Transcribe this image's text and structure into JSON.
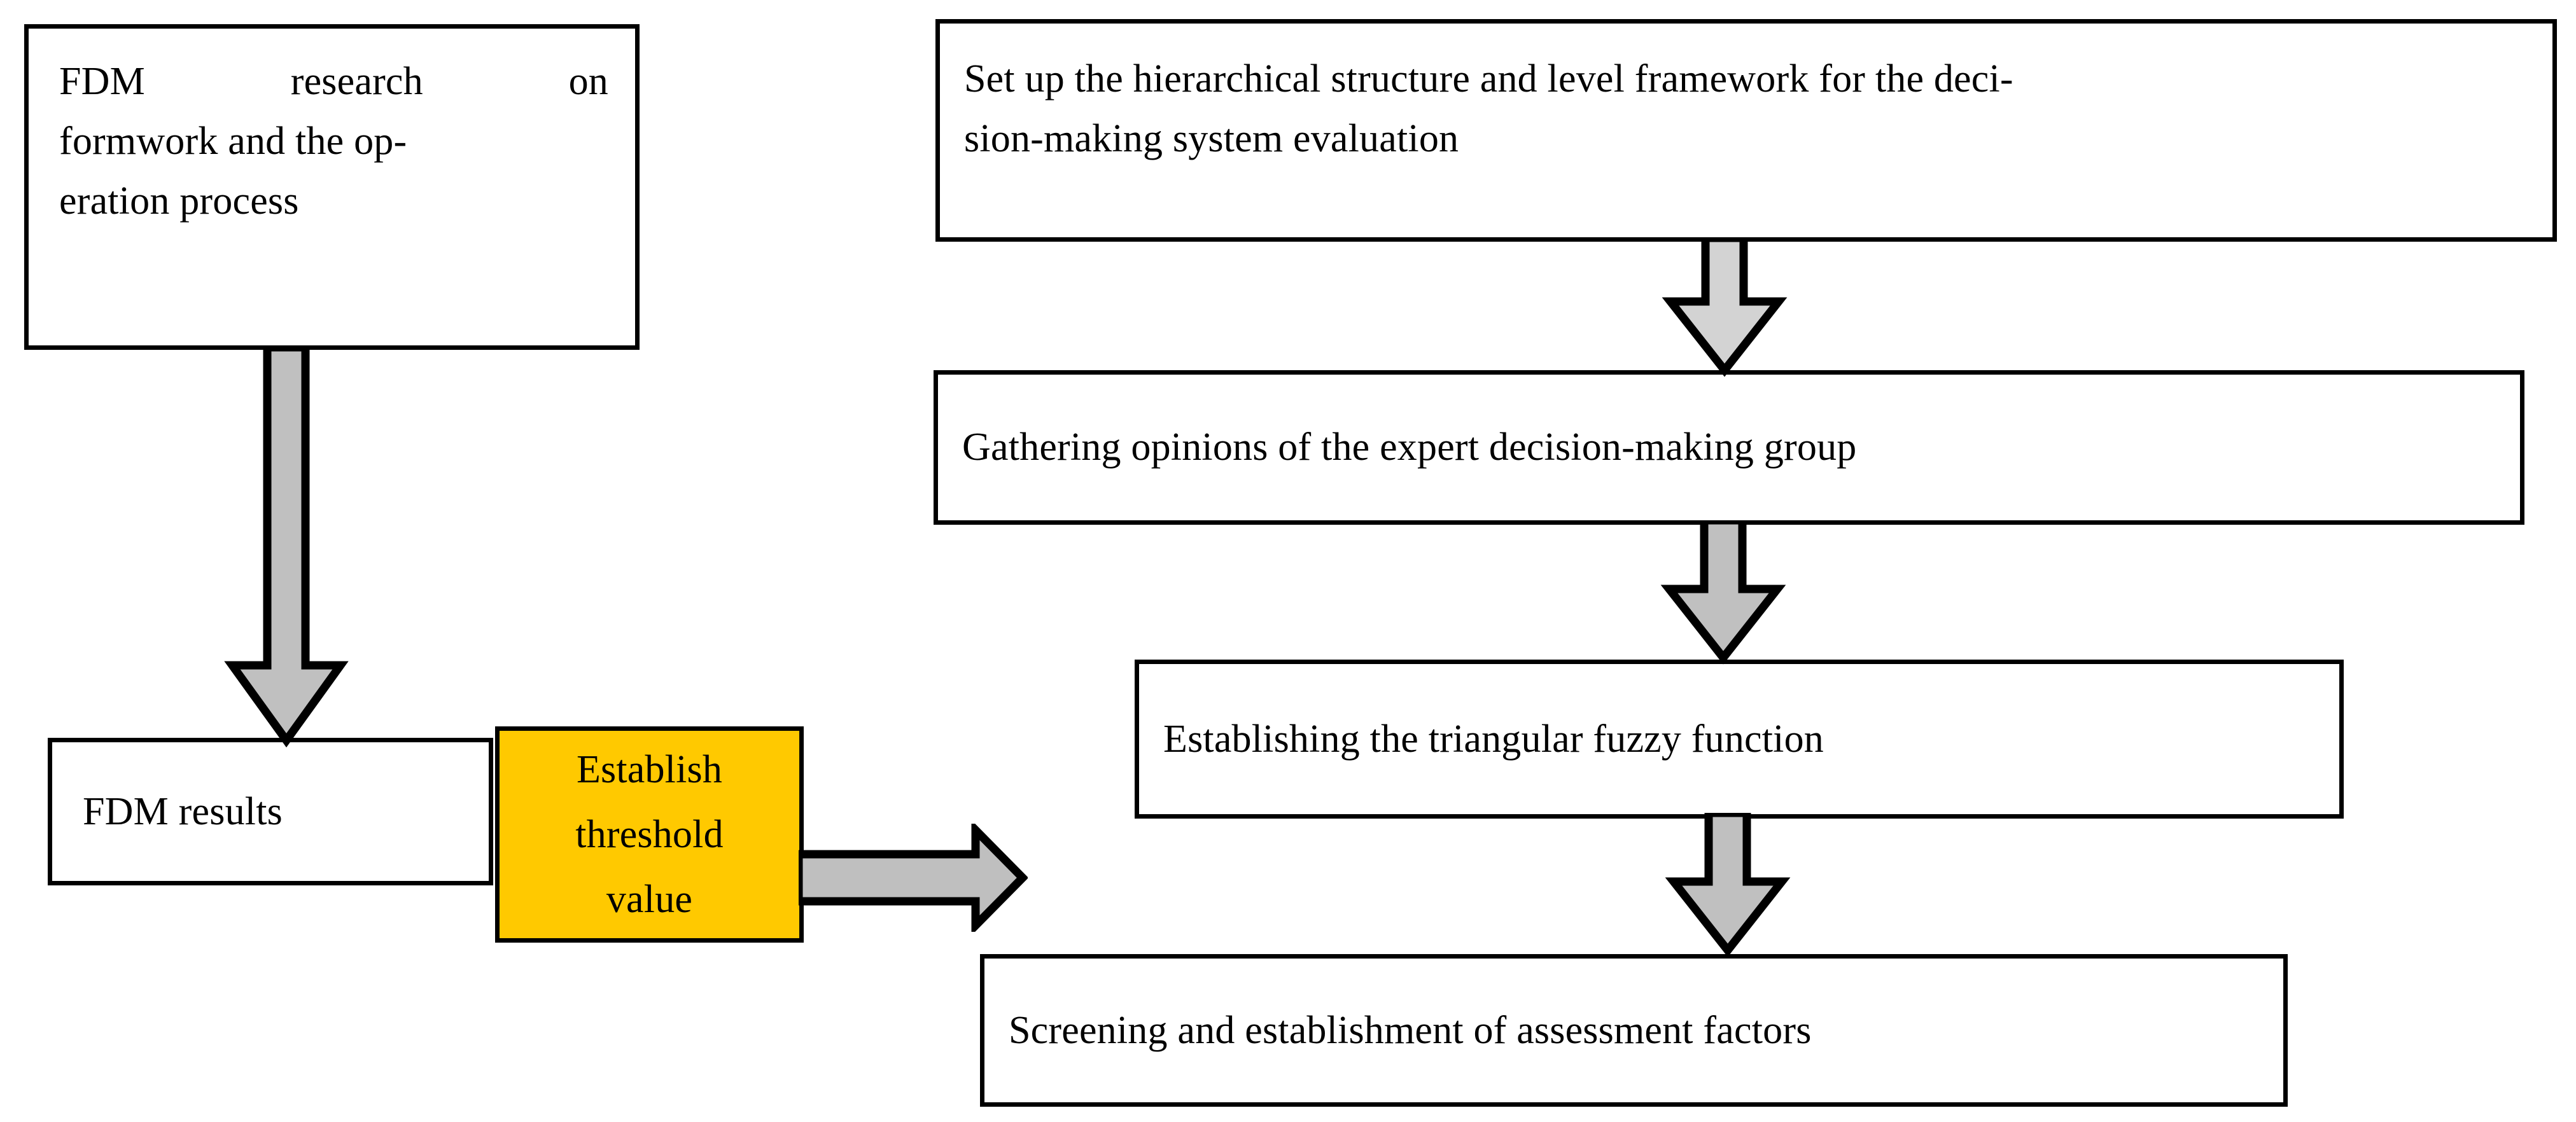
{
  "diagram": {
    "title": "FDM decision-making evaluation process flowchart",
    "colors": {
      "box_fill": "#FFFFFF",
      "box_border": "#000000",
      "highlight_fill": "#FFC900",
      "arrow_fill": "#C0C0C0",
      "arrow_border": "#000000",
      "text": "#000000"
    },
    "nodes": {
      "fdm_research": {
        "text": "FDM research on formwork and the operation process",
        "lines": [
          "FDM      research      on",
          "formwork and the op-",
          "eration process"
        ]
      },
      "hierarchical_structure": {
        "text": "Set up the hierarchical structure and level framework for the decision-making system evaluation",
        "lines": [
          "Set up the hierarchical structure and level framework for the deci-",
          "sion-making system evaluation"
        ]
      },
      "gathering_opinions": {
        "text": "Gathering opinions of the expert decision-making group"
      },
      "triangular_fuzzy": {
        "text": "Establishing the triangular fuzzy function"
      },
      "screening_assessment": {
        "text": "Screening and establishment of assessment factors"
      },
      "fdm_results": {
        "text": "FDM results"
      },
      "establish_threshold": {
        "text": "Establish threshold value",
        "lines": [
          "Establish threshold",
          "value"
        ]
      }
    },
    "arrows": [
      {
        "name": "fdm-research-to-fdm-results",
        "direction": "down",
        "from": "fdm_research",
        "to": "fdm_results"
      },
      {
        "name": "hierarchical-to-gathering",
        "direction": "down",
        "from": "hierarchical_structure",
        "to": "gathering_opinions"
      },
      {
        "name": "gathering-to-triangular-fuzzy",
        "direction": "down",
        "from": "gathering_opinions",
        "to": "triangular_fuzzy"
      },
      {
        "name": "triangular-fuzzy-to-screening",
        "direction": "down",
        "from": "triangular_fuzzy",
        "to": "screening_assessment"
      },
      {
        "name": "threshold-to-triangular-fuzzy",
        "direction": "right",
        "from": "establish_threshold",
        "to": "triangular_fuzzy"
      }
    ]
  }
}
